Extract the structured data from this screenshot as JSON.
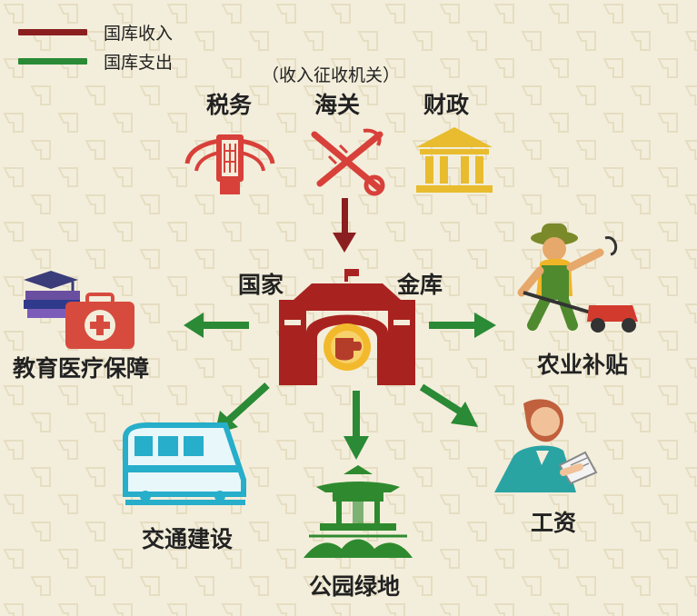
{
  "legend": [
    {
      "label": "国库收入",
      "color": "#8b1f1f"
    },
    {
      "label": "国库支出",
      "color": "#2a8a35"
    }
  ],
  "collectors_note": "（收入征收机关）",
  "collectors": [
    {
      "label": "税务",
      "icon": "tax-seal-icon",
      "color": "#d8403a"
    },
    {
      "label": "海关",
      "icon": "customs-emblem-icon",
      "color": "#d8403a"
    },
    {
      "label": "财政",
      "icon": "finance-building-icon",
      "color": "#e8bc2e"
    }
  ],
  "center": {
    "label_left": "国家",
    "label_right": "金库",
    "icon": "treasury-building-icon",
    "color": "#a8231f"
  },
  "expenditures": [
    {
      "label": "教育医疗保障",
      "icon": "education-medical-icon"
    },
    {
      "label": "农业补贴",
      "icon": "farmer-mower-icon"
    },
    {
      "label": "交通建设",
      "icon": "train-icon"
    },
    {
      "label": "公园绿地",
      "icon": "pavilion-icon"
    },
    {
      "label": "工资",
      "icon": "worker-document-icon"
    }
  ]
}
